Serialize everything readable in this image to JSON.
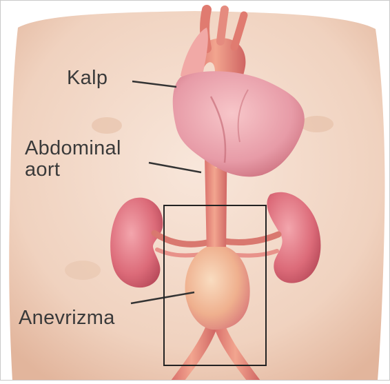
{
  "labels": {
    "heart": "Kalp",
    "abdominal_line1": "Abdominal",
    "abdominal_line2": "aort",
    "aneurysm": "Anevrizma"
  },
  "colors": {
    "background": "#ffffff",
    "skin": "#f2d6c4",
    "skin_shade": "#e4bba3",
    "organ": "#ea8d8d",
    "organ_dark": "#cf5f69",
    "aorta": "#ee9b8a",
    "aorta_dark": "#d86f6c",
    "aneurysm": "#f2c8a2",
    "label_text": "#3a3a3a",
    "box_stroke": "#222222"
  },
  "icons": {
    "heart": "heart-illustration",
    "kidney_left": "kidney-illustration",
    "kidney_right": "kidney-illustration"
  }
}
